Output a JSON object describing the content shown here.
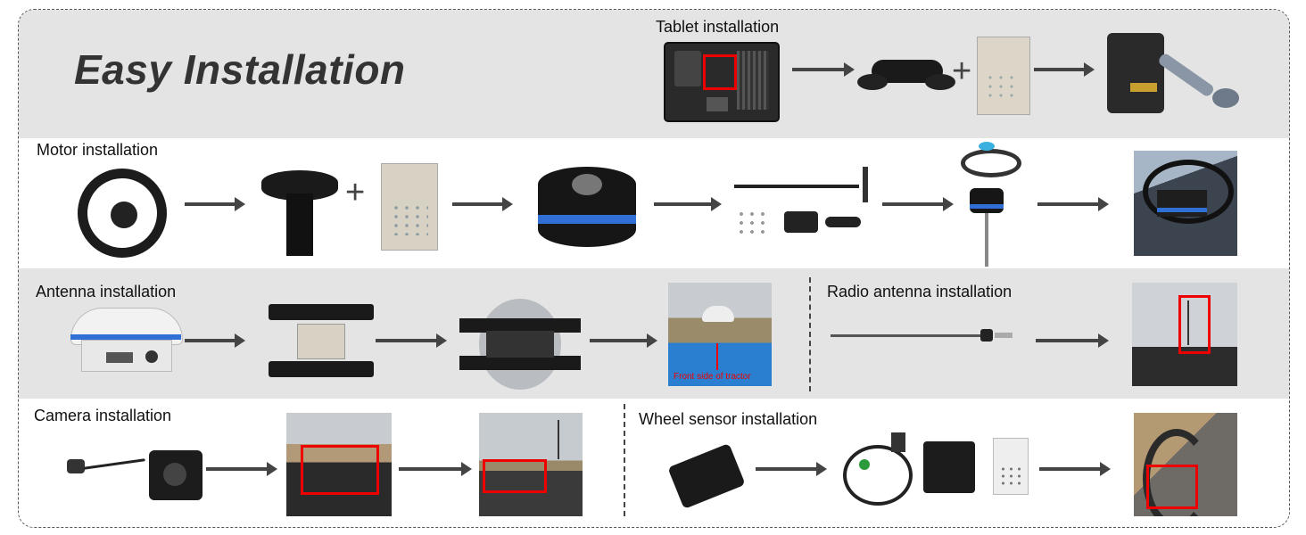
{
  "title": "Easy Installation",
  "sections": {
    "tablet": {
      "label": "Tablet installation"
    },
    "motor": {
      "label": "Motor installation"
    },
    "antenna": {
      "label": "Antenna installation",
      "photo_caption": "Front side of tractor"
    },
    "radio": {
      "label": "Radio antenna installation"
    },
    "camera": {
      "label": "Camera installation"
    },
    "wheel": {
      "label": "Wheel sensor installation"
    }
  },
  "plus_sign": "+",
  "colors": {
    "band_gray": "#e4e4e4",
    "arrow": "#444444",
    "highlight": "#e00000",
    "accent_blue": "#2f6fd6"
  }
}
